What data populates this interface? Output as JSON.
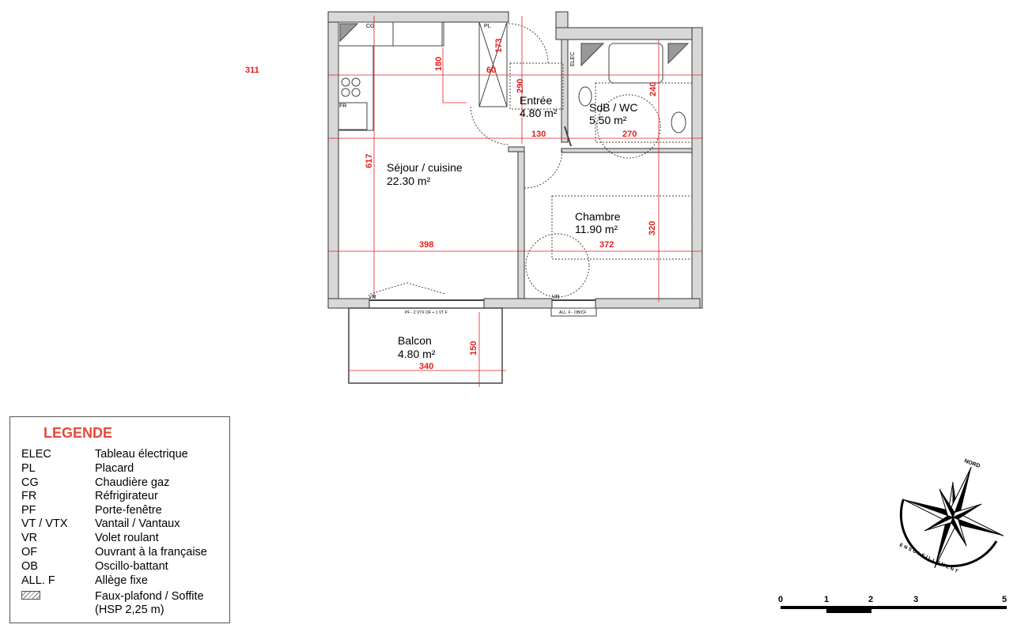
{
  "plan": {
    "rooms": [
      {
        "name": "Séjour / cuisine",
        "area": "22.30 m²"
      },
      {
        "name": "Entrée",
        "area": "4.80 m²"
      },
      {
        "name": "SdB / WC",
        "area": "5.50 m²"
      },
      {
        "name": "Chambre",
        "area": "11.90 m²"
      },
      {
        "name": "Balcon",
        "area": "4.80 m²"
      }
    ],
    "dimensions": {
      "d311": "311",
      "d180": "180",
      "d173": "173",
      "d60": "60",
      "d290": "290",
      "d240": "240",
      "d130": "130",
      "d270": "270",
      "d617": "617",
      "d398": "398",
      "d372": "372",
      "d320": "320",
      "d150": "150",
      "d340": "340"
    },
    "labels": {
      "pl": "PL",
      "cg": "CG",
      "fr": "FR",
      "elec": "ELEC",
      "vr1": "VR",
      "vr2": "VR",
      "pf": "PF - 2 VTX OF + 1 VT F",
      "all": "ALL. F - OB/CF"
    }
  },
  "legend": {
    "title": "LEGENDE",
    "items": [
      {
        "key": "ELEC",
        "desc": "Tableau électrique"
      },
      {
        "key": "PL",
        "desc": "Placard"
      },
      {
        "key": "CG",
        "desc": "Chaudière gaz"
      },
      {
        "key": "FR",
        "desc": "Réfrigirateur"
      },
      {
        "key": "PF",
        "desc": "Porte-fenêtre"
      },
      {
        "key": "VT / VTX",
        "desc": "Vantail / Vantaux"
      },
      {
        "key": "VR",
        "desc": "Volet roulant"
      },
      {
        "key": "OF",
        "desc": "Ouvrant à la française"
      },
      {
        "key": "OB",
        "desc": "Oscillo-battant"
      },
      {
        "key": "ALL. F",
        "desc": "Allège fixe"
      }
    ],
    "hatch_desc": "Faux-plafond / Soffite",
    "hatch_desc2": "(HSP 2,25 m)"
  },
  "compass": {
    "north": "NORD",
    "sun": "ENSOLEILLEMENT"
  },
  "scale": {
    "ticks": [
      "0",
      "1",
      "2",
      "3",
      "5"
    ]
  },
  "colors": {
    "dimension": "#e02020",
    "legend_title": "#e8483a"
  }
}
